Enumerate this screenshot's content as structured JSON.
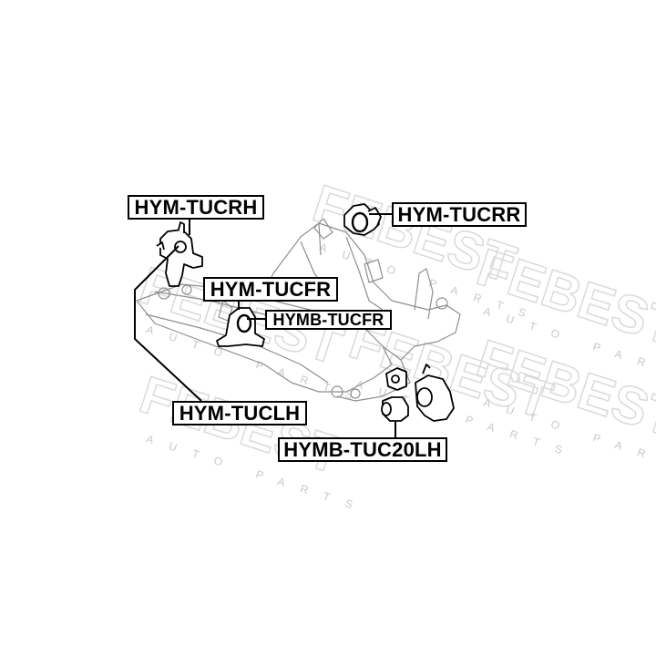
{
  "diagram": {
    "subject": "Front subframe with engine mounts",
    "watermark": {
      "brand": "FEBEST",
      "sub": "AUTO PARTS",
      "color": "#d8d8d8"
    },
    "labels": [
      {
        "id": "hym-tucrh",
        "text": "HYM-TUCRH"
      },
      {
        "id": "hym-tucrr",
        "text": "HYM-TUCRR"
      },
      {
        "id": "hym-tucfr",
        "text": "HYM-TUCFR"
      },
      {
        "id": "hymb-tucfr",
        "text": "HYMB-TUCFR"
      },
      {
        "id": "hym-tuclh",
        "text": "HYM-TUCLH"
      },
      {
        "id": "hymb-tuc20lh",
        "text": "HYMB-TUC20LH"
      }
    ],
    "colors": {
      "line": "#000000",
      "frame": "#9a9a9a",
      "background": "#ffffff"
    }
  }
}
